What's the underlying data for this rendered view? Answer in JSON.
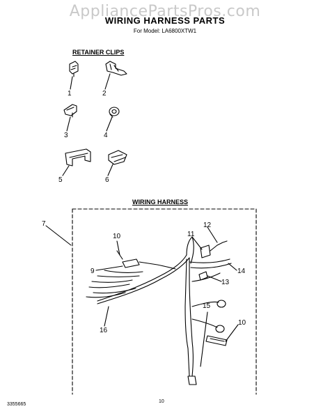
{
  "watermark": "AppliancePartsPros.com",
  "title": "WIRING HARNESS PARTS",
  "subtitle": "For Model: LA6800XTW1",
  "sections": {
    "retainer_clips": "RETAINER CLIPS",
    "wiring_harness": "WIRING HARNESS"
  },
  "callouts": [
    "1",
    "2",
    "3",
    "4",
    "5",
    "6",
    "7",
    "10",
    "11",
    "12",
    "9",
    "14",
    "13",
    "16",
    "15",
    "10"
  ],
  "footer": {
    "doc_number": "3355665",
    "page_number": "10"
  }
}
